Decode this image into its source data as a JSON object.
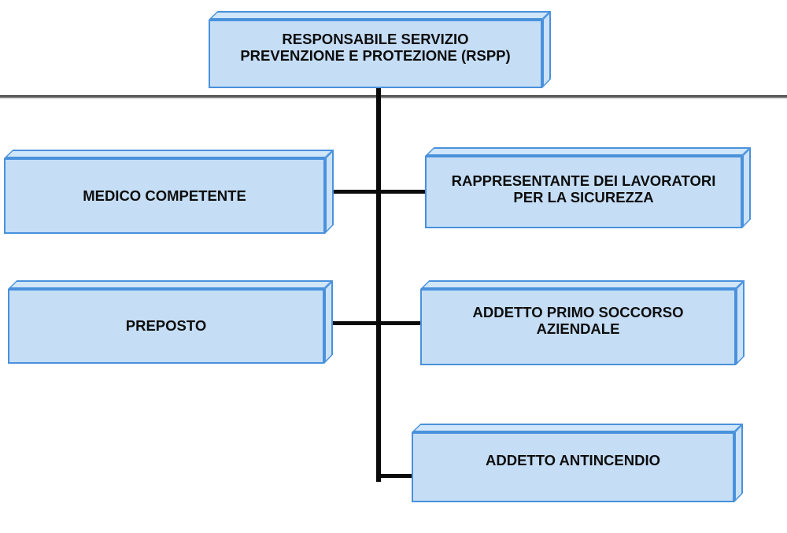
{
  "diagram": {
    "type": "org-chart",
    "language": "it",
    "nodes": [
      {
        "id": "rspp",
        "label": "RESPONSABILE SERVIZIO\nPREVENZIONE E PROTEZIONE (RSPP)",
        "level": "root"
      },
      {
        "id": "medico-competente",
        "label": "MEDICO COMPETENTE",
        "level": "child"
      },
      {
        "id": "rappresentante-lavoratori-sicurezza",
        "label": "RAPPRESENTANTE DEI LAVORATORI\nPER LA SICUREZZA",
        "level": "child"
      },
      {
        "id": "preposto",
        "label": "PREPOSTO",
        "level": "child"
      },
      {
        "id": "addetto-primo-soccorso",
        "label": "ADDETTO PRIMO SOCCORSO\nAZIENDALE",
        "level": "child"
      },
      {
        "id": "addetto-antincendio",
        "label": "ADDETTO ANTINCENDIO",
        "level": "child"
      }
    ],
    "edges": [
      {
        "from": "rspp",
        "to": "medico-competente"
      },
      {
        "from": "rspp",
        "to": "rappresentante-lavoratori-sicurezza"
      },
      {
        "from": "rspp",
        "to": "preposto"
      },
      {
        "from": "rspp",
        "to": "addetto-primo-soccorso"
      },
      {
        "from": "rspp",
        "to": "addetto-antincendio"
      }
    ]
  },
  "colors": {
    "background": "#ffffff",
    "box_fill": "#c5def6",
    "box_fill_top": "#d0e6fa",
    "box_fill_side": "#cbe2f8",
    "box_border": "#4a91dc",
    "connector": "#0a0a0a",
    "divider_top": "#252525",
    "divider_bottom": "#b5b5b5",
    "text": "#0d0d0d"
  }
}
